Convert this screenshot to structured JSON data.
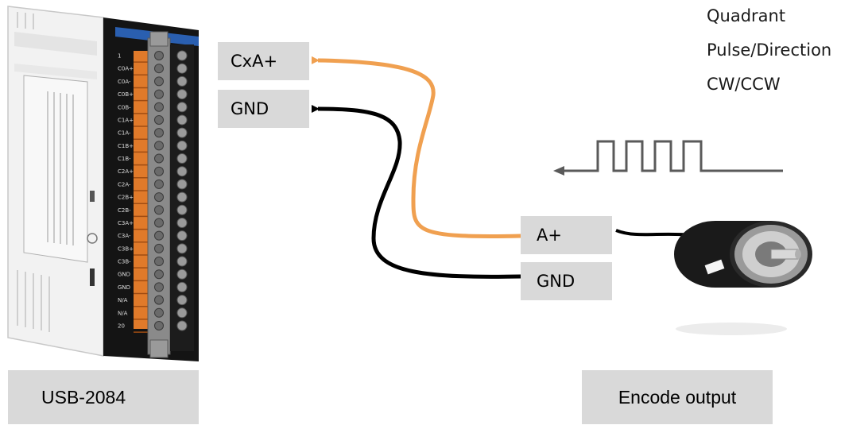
{
  "device": {
    "name": "USB-2084",
    "terminal_labels": [
      "1",
      "C0A+",
      "C0A-",
      "C0B+",
      "C0B-",
      "C1A+",
      "C1A-",
      "C1B+",
      "C1B-",
      "C2A+",
      "C2A-",
      "C2B+",
      "C2B-",
      "C3A+",
      "C3A-",
      "C3B+",
      "C3B-",
      "GND",
      "GND",
      "N/A",
      "N/A",
      "20"
    ],
    "pins": {
      "signal": "CxA+",
      "ground": "GND"
    }
  },
  "encoder": {
    "name": "Encode output",
    "pins": {
      "signal": "A+",
      "ground": "GND"
    },
    "output_modes": [
      "Quadrant",
      "Pulse/Direction",
      "CW/CCW"
    ]
  },
  "wires": [
    {
      "from": "A+",
      "to": "CxA+",
      "color": "#f0a050"
    },
    {
      "from": "GND",
      "to": "GND",
      "color": "#000000"
    }
  ],
  "colors": {
    "signal_wire": "#f0a050",
    "ground_wire": "#000000",
    "label_background": "#d9d9d9",
    "terminal_orange": "#e07a2a",
    "terminal_grey": "#8a8a8a",
    "module_accent_blue": "#2a5fb0"
  }
}
